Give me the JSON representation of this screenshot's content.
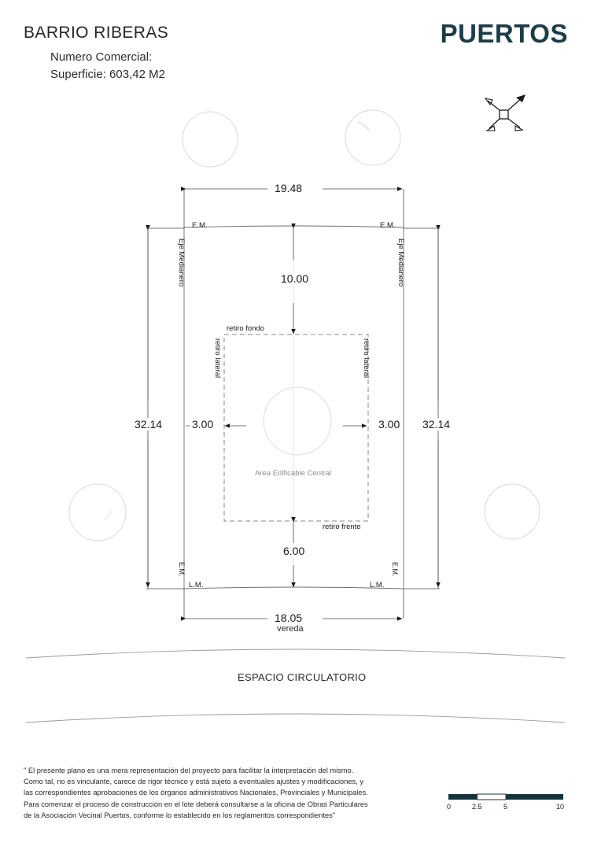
{
  "header": {
    "neighborhood": "BARRIO RIBERAS",
    "commercial_number_label": "Numero Comercial:",
    "surface_label": "Superficie: 603,42 M2",
    "brand": "PUERTOS",
    "compass_icon": "north-arrow-icon",
    "brand_color": "#1b3d4a"
  },
  "plan": {
    "dimensions": {
      "top_width": "19.48",
      "bottom_width": "18.05",
      "left_depth": "32.14",
      "right_depth": "32.14",
      "setback_rear": "10.00",
      "setback_front": "6.00",
      "setback_side_left": "3.00",
      "setback_side_right": "3.00"
    },
    "labels": {
      "em_top_left": "E.M.",
      "em_top_right": "E.M.",
      "em_bottom_left": "E.M.",
      "em_bottom_right": "E.M.",
      "lm_left": "L.M.",
      "lm_right": "L.M.",
      "eje_medianero_left": "Eje Medianero",
      "eje_medianero_right": "Eje Medianero",
      "retiro_fondo": "retiro fondo",
      "retiro_frente": "retiro frente",
      "retiro_lateral_left": "retiro lateral",
      "retiro_lateral_right": "retiro lateral",
      "buildable_area": "Area Edificable Central",
      "sidewalk": "vereda",
      "circulation_space": "ESPACIO CIRCULATORIO"
    }
  },
  "footer": {
    "legal_lines": [
      "\" El presente plano es una mera representación del proyecto para facilitar la interpretación del mismo.",
      "Como tal, no es vinculante, carece de rigor técnico y está sujeto a eventuales ajustes y modificaciones, y",
      "las correspondientes aprobaciones de los órganos administrativos Nacionales, Provinciales y Municipales.",
      "Para comenzar el proceso de construcción en el lote deberá consultarse a la oficina de Obras Particulares",
      "de la Asociación Vecinal Puertos, conforme lo establecido en los reglamentos correspondientes\""
    ],
    "scale_ticks": [
      "0",
      "2.5",
      "5",
      "10"
    ],
    "scale_bar_color": "#15333c"
  }
}
